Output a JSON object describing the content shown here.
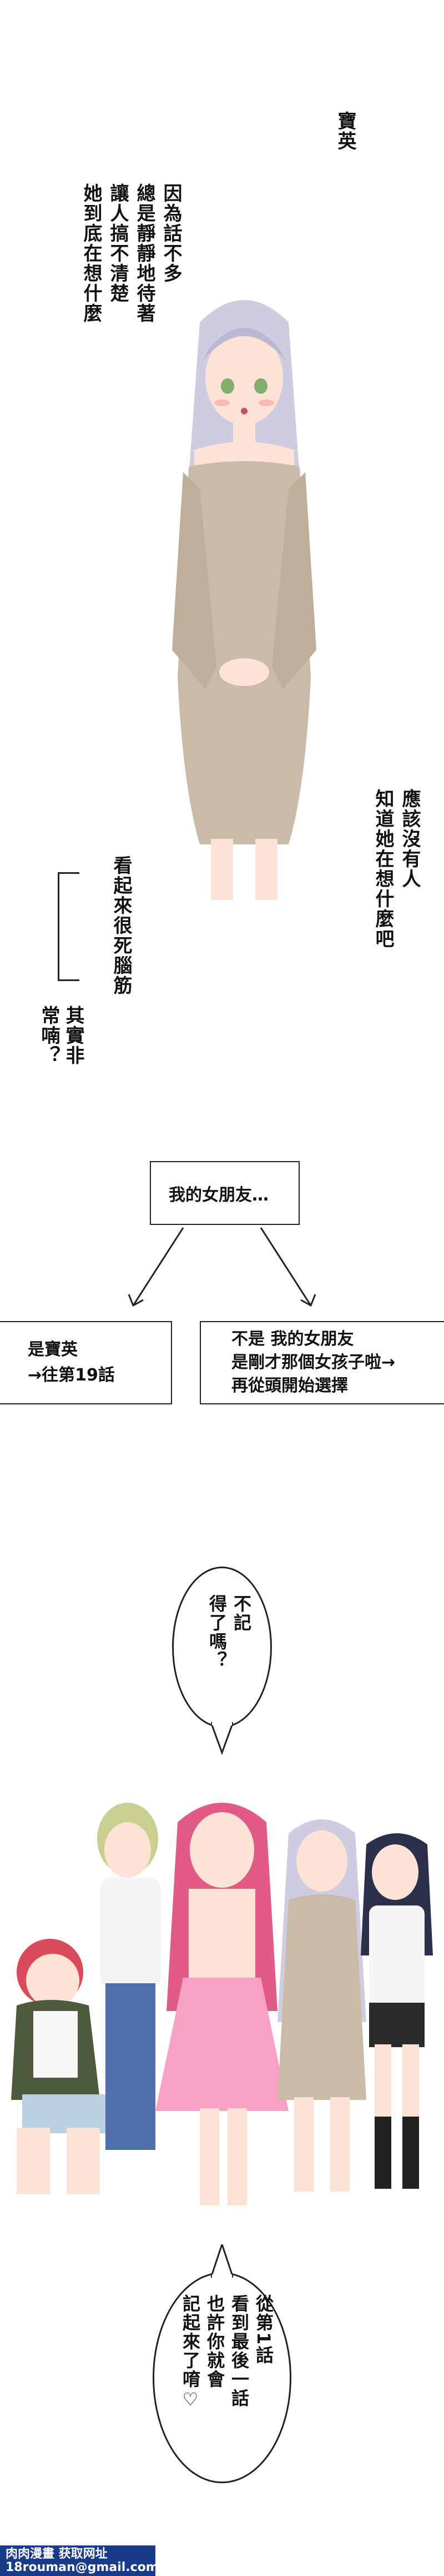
{
  "panel1": {
    "name_label": "寶英",
    "narration_right": [
      "因為話不多",
      "總是靜靜地待著",
      "讓人搞不清楚",
      "她到底在想什麼"
    ],
    "narration_left": [
      "應該沒有人",
      "知道她在想什麼吧"
    ],
    "narration_bottom": [
      "看起來很死腦筋",
      "其實非常喃？"
    ]
  },
  "choice": {
    "prompt": "我的女朋友…",
    "option_a": [
      "是寶英",
      "→往第19話"
    ],
    "option_b": [
      "不是 我的女朋友",
      "是剛才那個女孩子啦→",
      "再從頭開始選擇"
    ]
  },
  "panel2": {
    "bubble_top": [
      "不記",
      "得了嗎？"
    ],
    "bubble_bottom": [
      "從第1話",
      "看到最後一話",
      "也許你就會",
      "記起來了唷♡"
    ]
  },
  "footer": {
    "line1": "肉肉漫畫  获取网址",
    "line2": "18rouman@gmail.com"
  },
  "colors": {
    "sweater": "#c9bba8",
    "hair_silver": "#cfcbe0",
    "hair_pink": "#e25b87",
    "dress_pink": "#f7a1c4",
    "skin": "#fde3d6",
    "footer_bg": "#1a3b8a"
  }
}
